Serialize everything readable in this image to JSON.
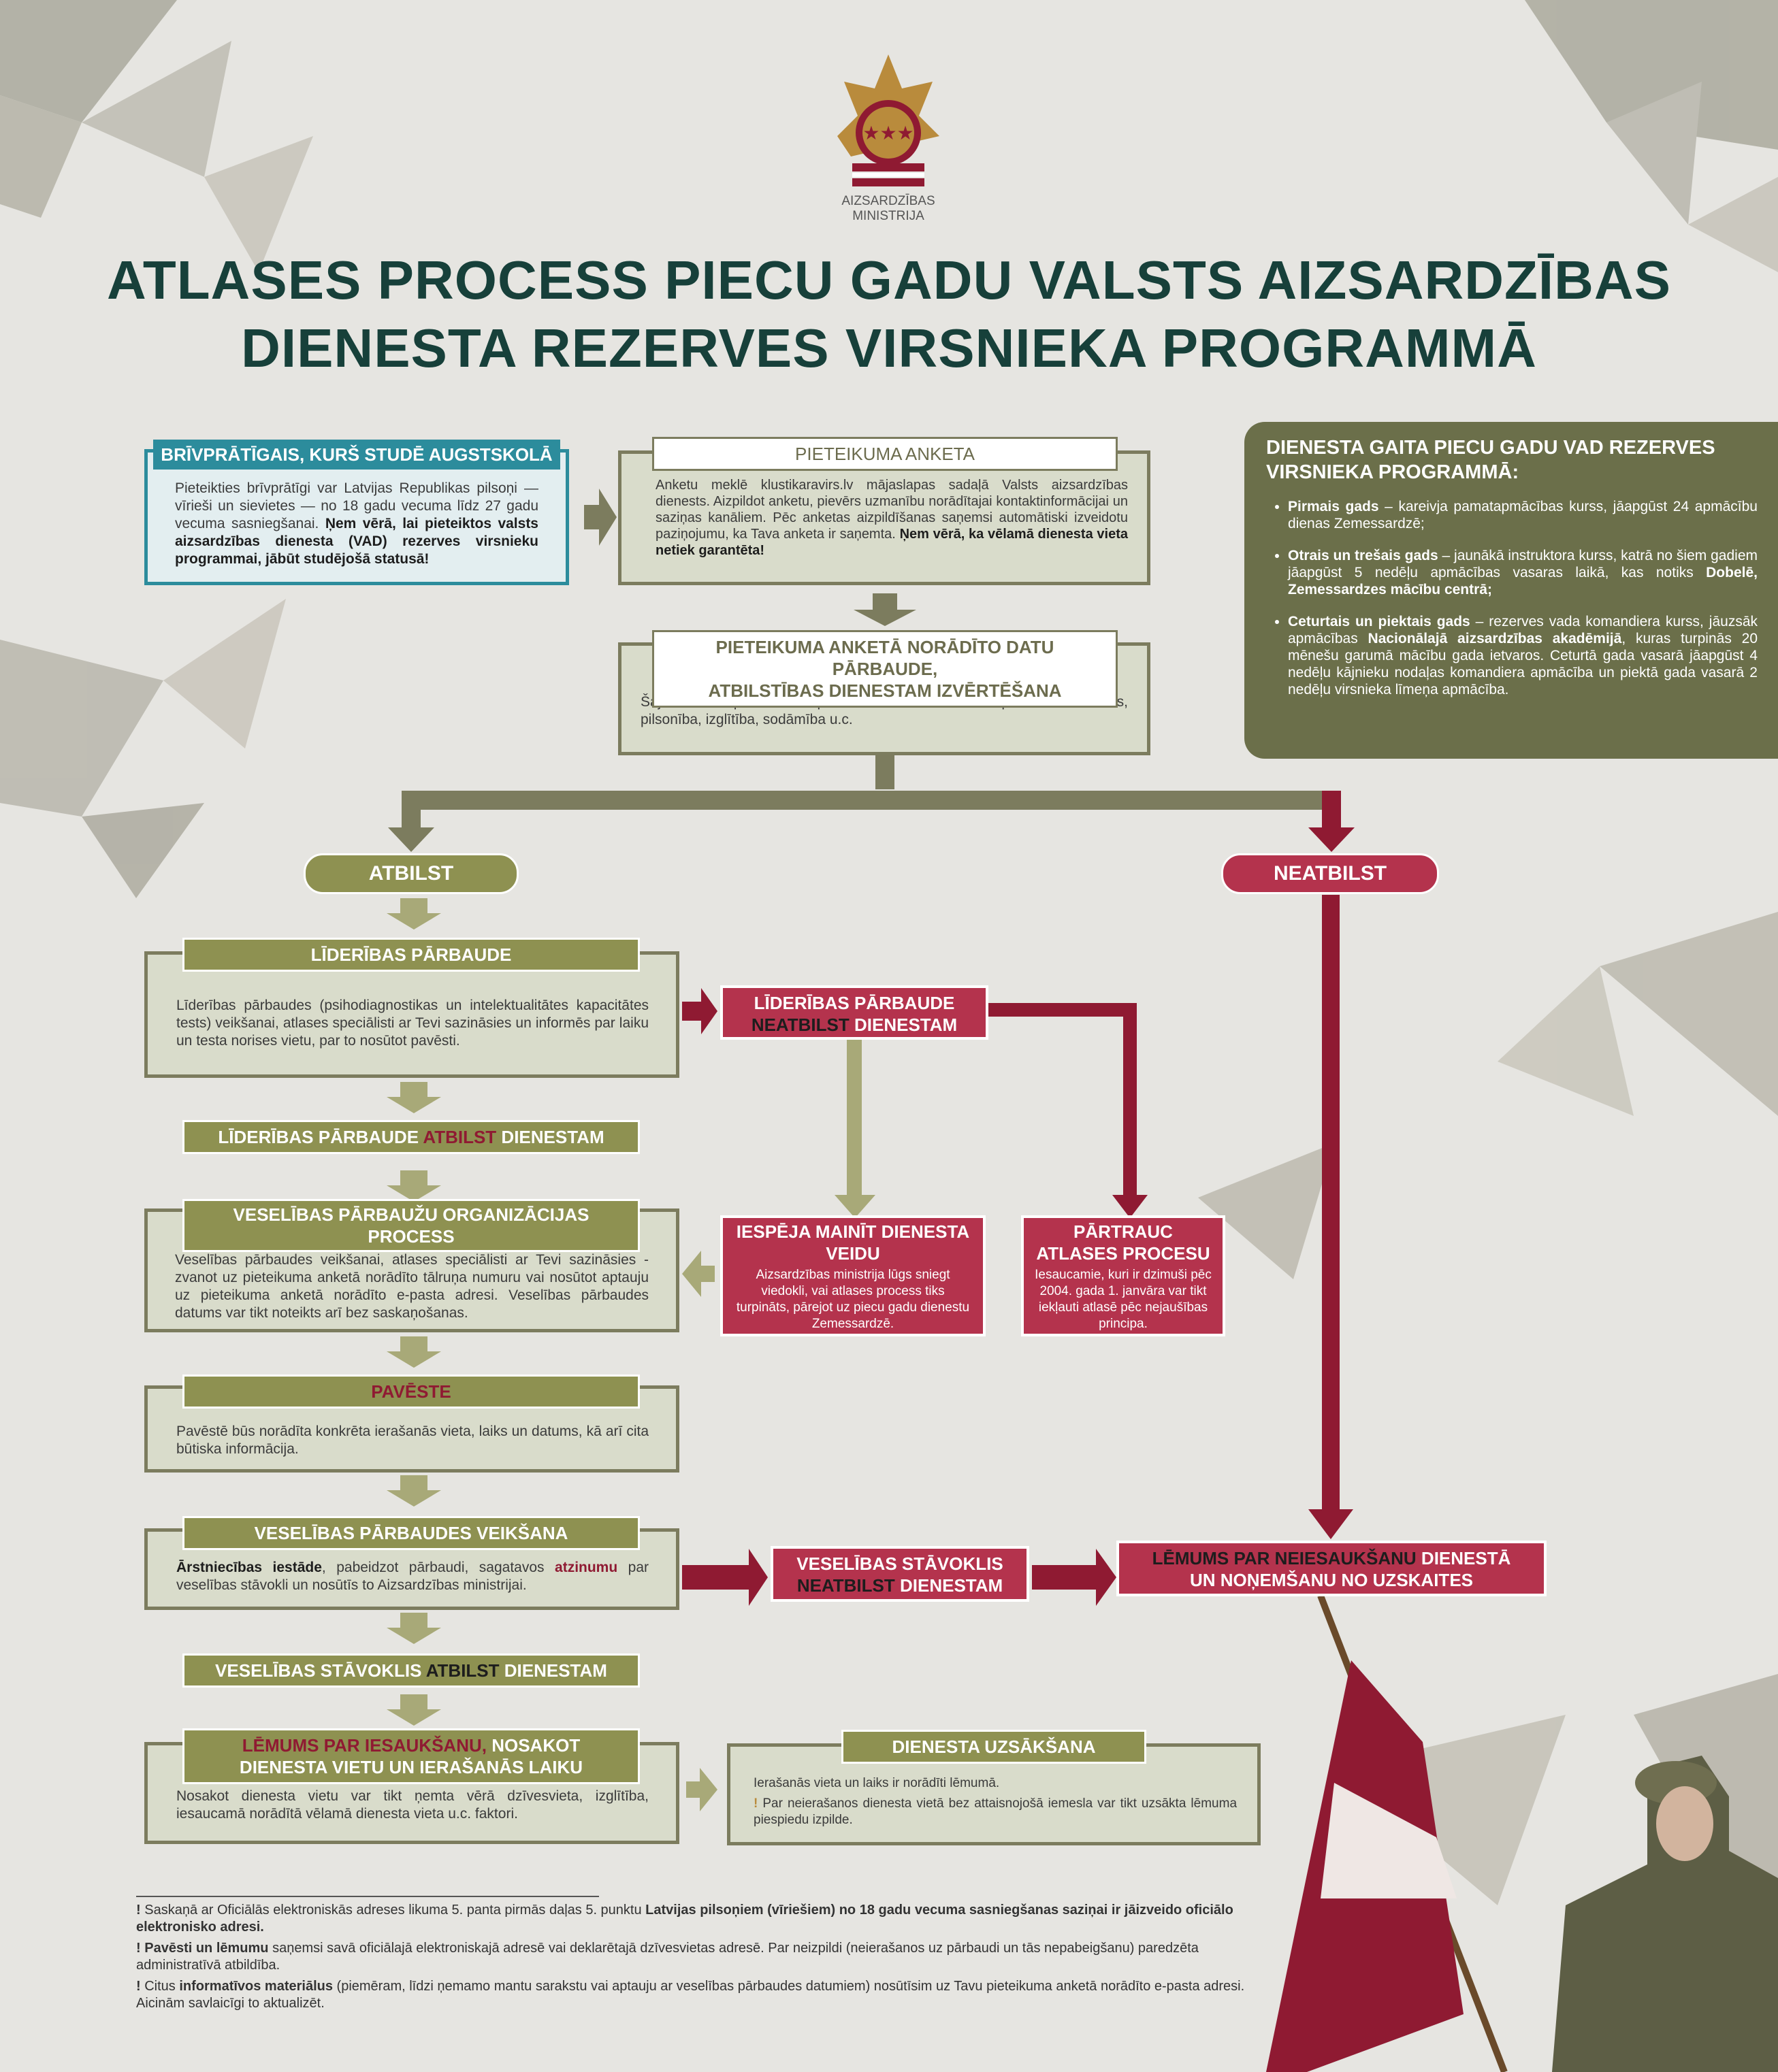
{
  "logo": {
    "line1": "AIZSARDZĪBAS",
    "line2": "MINISTRIJA"
  },
  "title": {
    "line1": "ATLASES PROCESS PIECU GADU VALSTS AIZSARDZĪBAS",
    "line2": "DIENESTA REZERVES VIRSNIEKA PROGRAMMĀ"
  },
  "volunteer": {
    "heading": "BRĪVPRĀTĪGAIS, KURŠ STUDĒ AUGSTSKOLĀ",
    "text": "Pieteikties brīvprātīgi var Latvijas Republikas pilsoņi — vīrieši un sievietes — no 18 gadu vecuma līdz 27 gadu vecuma sasniegšanai.",
    "bold": "Ņem vērā, lai pieteiktos valsts aizsardzības dienesta (VAD) rezerves virsnieku programmai, jābūt studējošā statusā!"
  },
  "application": {
    "heading": "PIETEIKUMA ANKETA",
    "text": "Anketu meklē klustikaravirs.lv mājaslapas sadaļā Valsts aizsardzības dienests. Aizpildot anketu, pievērs uzmanību norādītajai kontaktinformācijai un saziņas kanāliem. Pēc anketas aizpildīšanas saņemsi automātiski izveidotu paziņojumu, ka Tava anketa ir saņemta.",
    "bold": "Ņem vērā, ka vēlamā dienesta vieta netiek garantēta!"
  },
  "verification": {
    "heading1": "PIETEIKUMA ANKETĀ NORĀDĪTO DATU PĀRBAUDE,",
    "heading2": "ATBILSTĪBAS DIENESTAM IZVĒRTĒŠANA",
    "text": "Šajā atlases posmā tiks pārbaudīta Tava atbilstība prasībām: vecums, pilsonība, izglītība, sodāmība u.c."
  },
  "side": {
    "title": "DIENESTA GAITA PIECU GADU VAD REZERVES VIRSNIEKA PROGRAMMĀ:",
    "items": [
      {
        "bold": "Pirmais gads",
        "text": " – kareivja pamatapmācības kurss, jāapgūst 24 apmācību dienas Zemessardzē;"
      },
      {
        "bold": "Otrais un trešais gads",
        "text": " – jaunākā instruktora kurss, katrā no šiem gadiem jāapgūst 5 nedēļu apmācības vasaras laikā, kas notiks ",
        "bold2": "Dobelē, Zemessardzes mācību centrā;"
      },
      {
        "bold": "Ceturtais un piektais gads",
        "text": " – rezerves vada komandiera kurss, jāuzsāk apmācības ",
        "bold2": "Nacionālajā aizsardzības akadēmijā",
        "text2": ", kuras turpinās 20 mēnešu garumā mācību gada ietvaros. Ceturtā gada vasarā jāapgūst 4 nedēļu kājnieku nodaļas komandiera apmācība un piektā gada vasarā 2 nedēļu virsnieka līmeņa apmācība."
      }
    ]
  },
  "atbilst": "ATBILST",
  "neatbilst": "NEATBILST",
  "leadership": {
    "heading": "LĪDERĪBAS PĀRBAUDE",
    "text": "Līderības pārbaudes (psihodiagnostikas un intelektualitātes kapacitātes tests) veikšanai, atlases speciālisti ar Tevi sazināsies un informēs par laiku un testa norises vietu, par to nosūtot pavēsti."
  },
  "leadership_fail": {
    "line1": "LĪDERĪBAS PĀRBAUDE",
    "bold": "NEATBILST",
    "rest": " DIENESTAM"
  },
  "leadership_pass": {
    "pre": "LĪDERĪBAS PĀRBAUDE ",
    "hl": "ATBILST",
    "post": " DIENESTAM"
  },
  "health_org": {
    "heading": "VESELĪBAS PĀRBAUŽU ORGANIZĀCIJAS PROCESS",
    "text": "Veselības pārbaudes veikšanai, atlases speciālisti ar Tevi sazināsies - zvanot uz pieteikuma anketā norādīto tālruņa numuru vai nosūtot aptauju uz pieteikuma anketā norādīto e-pasta adresi. Veselības pārbaudes datums var tikt noteikts arī bez saskaņošanas."
  },
  "change_service": {
    "heading": "IESPĒJA MAINĪT DIENESTA VEIDU",
    "text": "Aizsardzības ministrija lūgs sniegt viedokli, vai atlases process tiks turpināts, pārejot uz piecu gadu dienestu Zemessardzē."
  },
  "stop_process": {
    "heading": "PĀRTRAUC ATLASES PROCESU",
    "text": "Iesaucamie, kuri ir dzimuši pēc 2004. gada 1. janvāra var tikt iekļauti atlasē pēc nejaušības principa."
  },
  "summons": {
    "heading": "PAVĒSTE",
    "text": "Pavēstē būs norādīta konkrēta ierašanās vieta, laiks un datums, kā arī cita būtiska informācija."
  },
  "health_exam": {
    "heading": "VESELĪBAS PĀRBAUDES VEIKŠANA",
    "bold": "Ārstniecības iestāde",
    "text": ", pabeidzot pārbaudi, sagatavos ",
    "hl": "atzinumu",
    "text2": " par veselības stāvokli un nosūtīs to Aizsardzības ministrijai."
  },
  "health_fail": {
    "line1": "VESELĪBAS STĀVOKLIS",
    "bold": "NEATBILST",
    "rest": " DIENESTAM"
  },
  "decision_no": {
    "bold": "LĒMUMS PAR NEIESAUKŠANU",
    "rest": " DIENESTĀ",
    "line2": "UN NOŅEMŠANU NO UZSKAITES"
  },
  "health_pass": {
    "pre": "VESELĪBAS STĀVOKLIS ",
    "bold": "ATBILST",
    "post": " DIENESTAM"
  },
  "decision_yes": {
    "hl": "LĒMUMS PAR IESAUKŠANU,",
    "rest": " NOSAKOT",
    "line2": "DIENESTA VIETU UN IERAŠANĀS LAIKU",
    "text": "Nosakot dienesta vietu var tikt ņemta vērā dzīvesvieta, izglītība, iesaucamā norādītā vēlamā dienesta vieta u.c. faktori."
  },
  "service_start": {
    "heading": "DIENESTA UZSĀKŠANA",
    "text1": "Ierašanās vieta un laiks ir norādīti lēmumā.",
    "excl": "!",
    "text2": "Par neierašanos dienesta vietā bez attaisnojošā iemesla var tikt uzsākta lēmuma piespiedu izpilde."
  },
  "notes": {
    "mark": "!",
    "n1a": " Saskaņā ar Oficiālās elektroniskās adreses likuma 5. panta pirmās daļas 5. punktu ",
    "n1b": "Latvijas pilsoņiem (vīriešiem) no 18 gadu vecuma sasniegšanas saziņai ir jāizveido oficiālo elektronisko adresi.",
    "n2a": "Pavēsti un lēmumu",
    "n2b": " saņemsi savā oficiālajā elektroniskajā adresē vai deklarētajā dzīvesvietas adresē. Par neizpildi (neierašanos uz pārbaudi un tās nepabeigšanu) paredzēta administratīvā atbildība.",
    "n3a": " Citus ",
    "n3b": "informatīvos materiālus",
    "n3c": " (piemēram, līdzi ņemamo mantu sarakstu vai aptauju ar veselības pārbaudes datumiem) nosūtīsim uz Tavu pieteikuma anketā norādīto e-pasta adresi. Aicinām savlaicīgi to aktualizēt."
  },
  "colors": {
    "olive": "#8e9151",
    "dark_olive": "#6b6f4a",
    "red": "#b4334d",
    "dark_red": "#8f1a32",
    "teal": "#2c8c9c",
    "title": "#17403a"
  }
}
